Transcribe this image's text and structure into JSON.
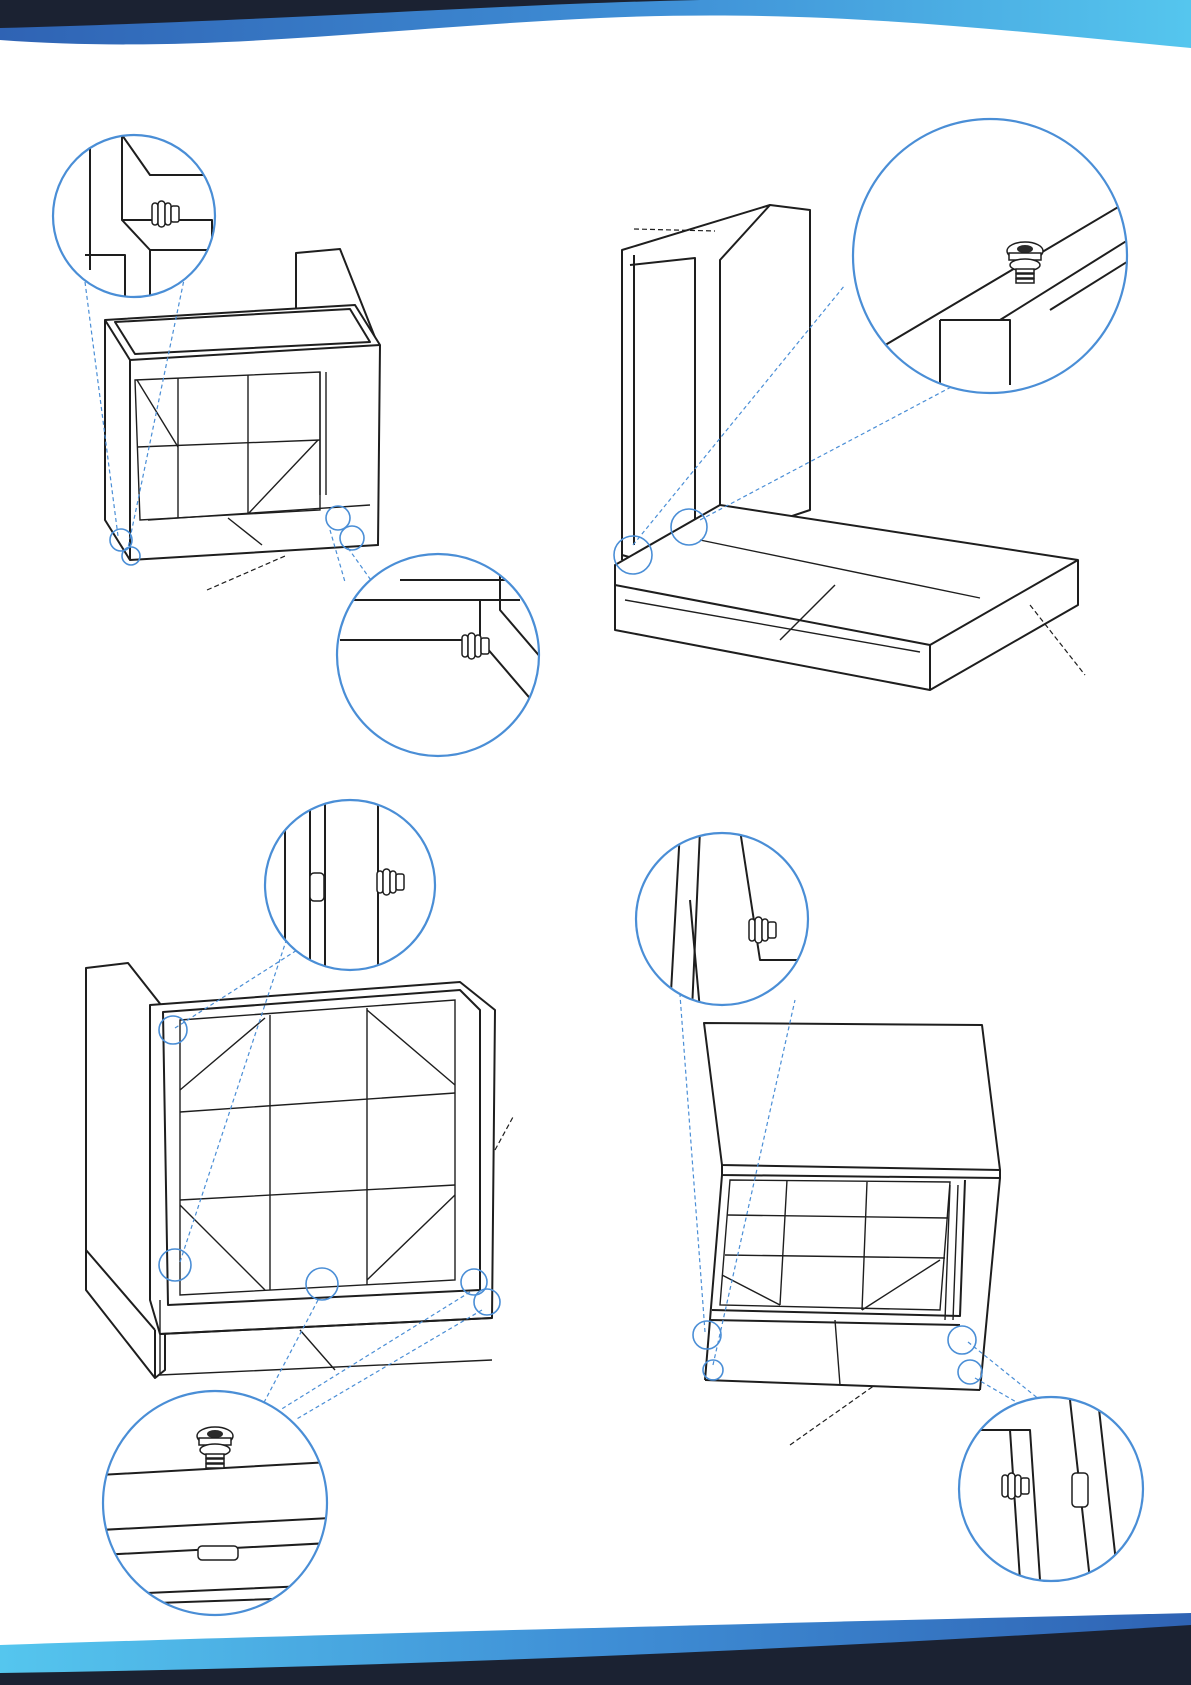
{
  "header": {
    "band_colors": [
      "#1b2232",
      "#2f63b4",
      "#4fb9ea"
    ]
  },
  "footer": {
    "band_colors": [
      "#4fb9ea",
      "#2f63b4",
      "#1b2232"
    ],
    "footnote": ""
  },
  "steps": [
    {
      "name": "step-1",
      "callouts": 2,
      "hint_markers": 2
    },
    {
      "name": "step-2",
      "callouts": 1,
      "hint_markers": 2
    },
    {
      "name": "step-3",
      "callouts": 2,
      "hint_markers": 5
    },
    {
      "name": "step-4",
      "callouts": 2,
      "hint_markers": 4
    }
  ],
  "colors": {
    "callout_ring": "#4a8ed6",
    "line_art": "#1e1e1e",
    "background": "#ffffff"
  },
  "icons": [
    "cabinet-frame-drawing",
    "bolt-washer-icon",
    "callout-circle"
  ]
}
